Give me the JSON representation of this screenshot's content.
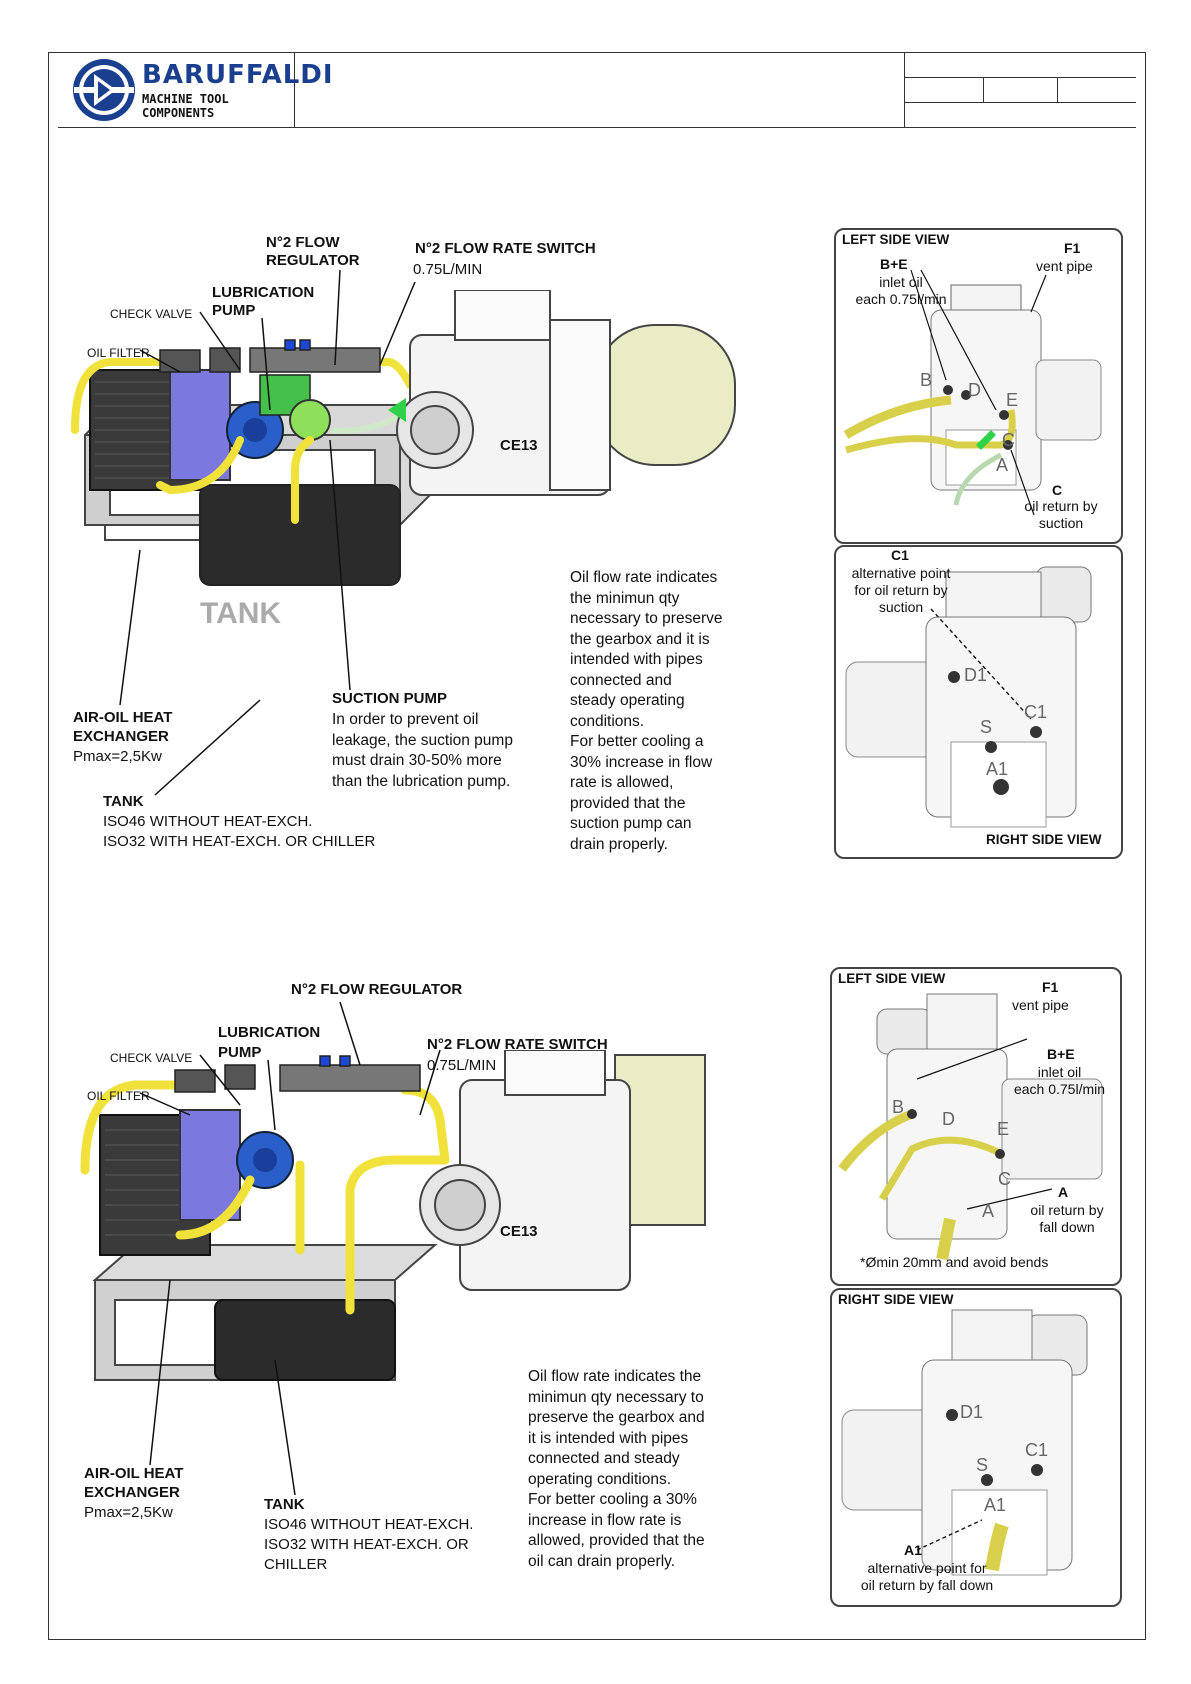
{
  "logo": {
    "brand": "BARUFFALDI",
    "subtitle": "MACHINE TOOL COMPONENTS"
  },
  "colors": {
    "pipe_yellow": "#f0e23a",
    "pump_blue": "#2a5ec8",
    "cooler_violet": "#7b78e0",
    "green_pump": "#8ee05a",
    "motor_green": "#e9ecc4"
  },
  "diagram1": {
    "labels": {
      "flow_regulator": "N°2 FLOW\nREGULATOR",
      "flow_rate_switch": "N°2 FLOW RATE SWITCH",
      "flow_rate_value": "0.75L/MIN",
      "lubrication_pump": "LUBRICATION\nPUMP",
      "check_valve": "CHECK VALVE",
      "oil_filter": "OIL FILTER",
      "ce13": "CE13",
      "tank_text": "TANK",
      "suction_pump_title": "SUCTION PUMP",
      "suction_pump_note": "In order to prevent oil\nleakage, the suction pump\nmust drain 30-50%  more\nthan the lubrication pump.",
      "heat_exchanger_title": "AIR-OIL HEAT\nEXCHANGER",
      "heat_exchanger_value": "Pmax=2,5Kw",
      "tank_title": "TANK",
      "tank_lines": [
        "ISO46 WITHOUT HEAT-EXCH.",
        "ISO32 WITH HEAT-EXCH. OR CHILLER"
      ],
      "oil_note": "Oil flow rate indicates\nthe minimun qty\nnecessary to preserve\nthe gearbox and it is\nintended with pipes\nconnected and\nsteady operating\nconditions.\nFor better cooling a\n30% increase in flow\nrate is allowed,\nprovided that the\nsuction pump can\ndrain properly."
    },
    "left_view": {
      "title": "LEFT SIDE VIEW",
      "f1": "F1",
      "f1_text": "vent pipe",
      "be": "B+E",
      "be_text": "inlet oil\neach 0.75l/min",
      "c": "C",
      "c_text": "oil return by\nsuction",
      "ports": [
        "B",
        "D",
        "E",
        "C",
        "A"
      ]
    },
    "right_view": {
      "title": "RIGHT SIDE VIEW",
      "c1": "C1",
      "c1_text": "alternative point\nfor oil return by\nsuction",
      "ports": [
        "D1",
        "S",
        "C1",
        "A1"
      ]
    }
  },
  "diagram2": {
    "labels": {
      "flow_regulator": "N°2 FLOW REGULATOR",
      "lubrication_pump": "LUBRICATION\nPUMP",
      "flow_rate_switch": "N°2 FLOW RATE SWITCH",
      "flow_rate_value": "0.75L/MIN",
      "check_valve": "CHECK VALVE",
      "oil_filter": "OIL FILTER",
      "ce13": "CE13",
      "heat_exchanger_title": "AIR-OIL HEAT\nEXCHANGER",
      "heat_exchanger_value": "Pmax=2,5Kw",
      "tank_title": "TANK",
      "tank_lines": [
        "ISO46 WITHOUT HEAT-EXCH.",
        "ISO32 WITH HEAT-EXCH. OR",
        "CHILLER"
      ],
      "oil_note": "Oil flow rate indicates the\nminimun qty necessary to\npreserve the gearbox and\nit is intended with pipes\nconnected and steady\noperating conditions.\nFor better cooling a 30%\nincrease in flow rate is\nallowed, provided that the\noil can drain properly."
    },
    "left_view": {
      "title": "LEFT SIDE VIEW",
      "f1": "F1",
      "f1_text": "vent pipe",
      "be": "B+E",
      "be_text": "inlet oil\neach 0.75l/min",
      "a": "A",
      "a_text": "oil return by\nfall down",
      "footnote": "*Ømin 20mm and avoid bends",
      "ports": [
        "B",
        "D",
        "E",
        "C",
        "A"
      ]
    },
    "right_view": {
      "title": "RIGHT SIDE VIEW",
      "a1": "A1",
      "a1_text": "alternative point for\noil return by fall down",
      "ports": [
        "D1",
        "S",
        "C1",
        "A1"
      ]
    }
  }
}
